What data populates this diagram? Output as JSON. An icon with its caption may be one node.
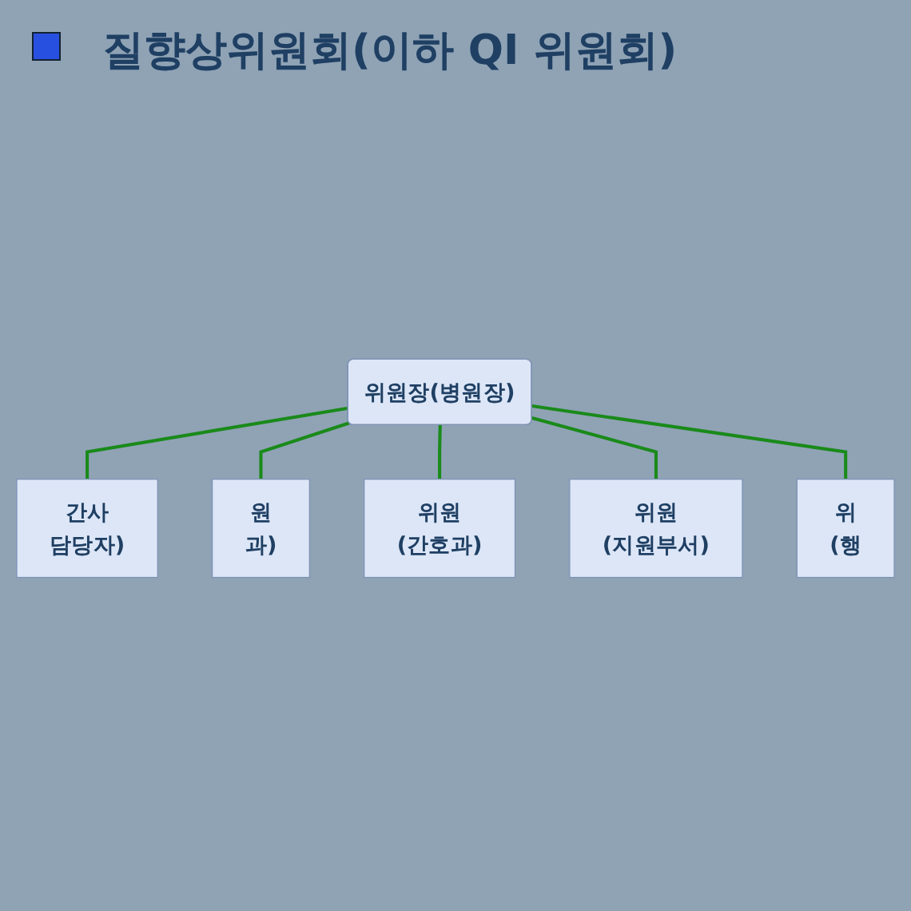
{
  "diagram": {
    "title": "질향상위원회(이하 QI 위원회)",
    "nodes": [
      {
        "text": [
          "위원장(병원장)"
        ]
      },
      {
        "text": [
          "간사",
          "담당자)"
        ]
      },
      {
        "text": [
          "원",
          "과)"
        ]
      },
      {
        "text": [
          "위원",
          "(간호과)"
        ]
      },
      {
        "text": [
          "위원",
          "(지원부서)"
        ]
      },
      {
        "text": [
          "위",
          "(행"
        ]
      }
    ],
    "edges": [
      {
        "from": 0,
        "to": 1,
        "arrow": "none",
        "color": "#1a8a1a"
      },
      {
        "from": 0,
        "to": 2,
        "arrow": "none",
        "color": "#1a8a1a"
      },
      {
        "from": 0,
        "to": 3,
        "arrow": "none",
        "color": "#1a8a1a"
      },
      {
        "from": 0,
        "to": 4,
        "arrow": "none",
        "color": "#1a8a1a"
      },
      {
        "from": 0,
        "to": 5,
        "arrow": "none",
        "color": "#1a8a1a"
      }
    ]
  }
}
